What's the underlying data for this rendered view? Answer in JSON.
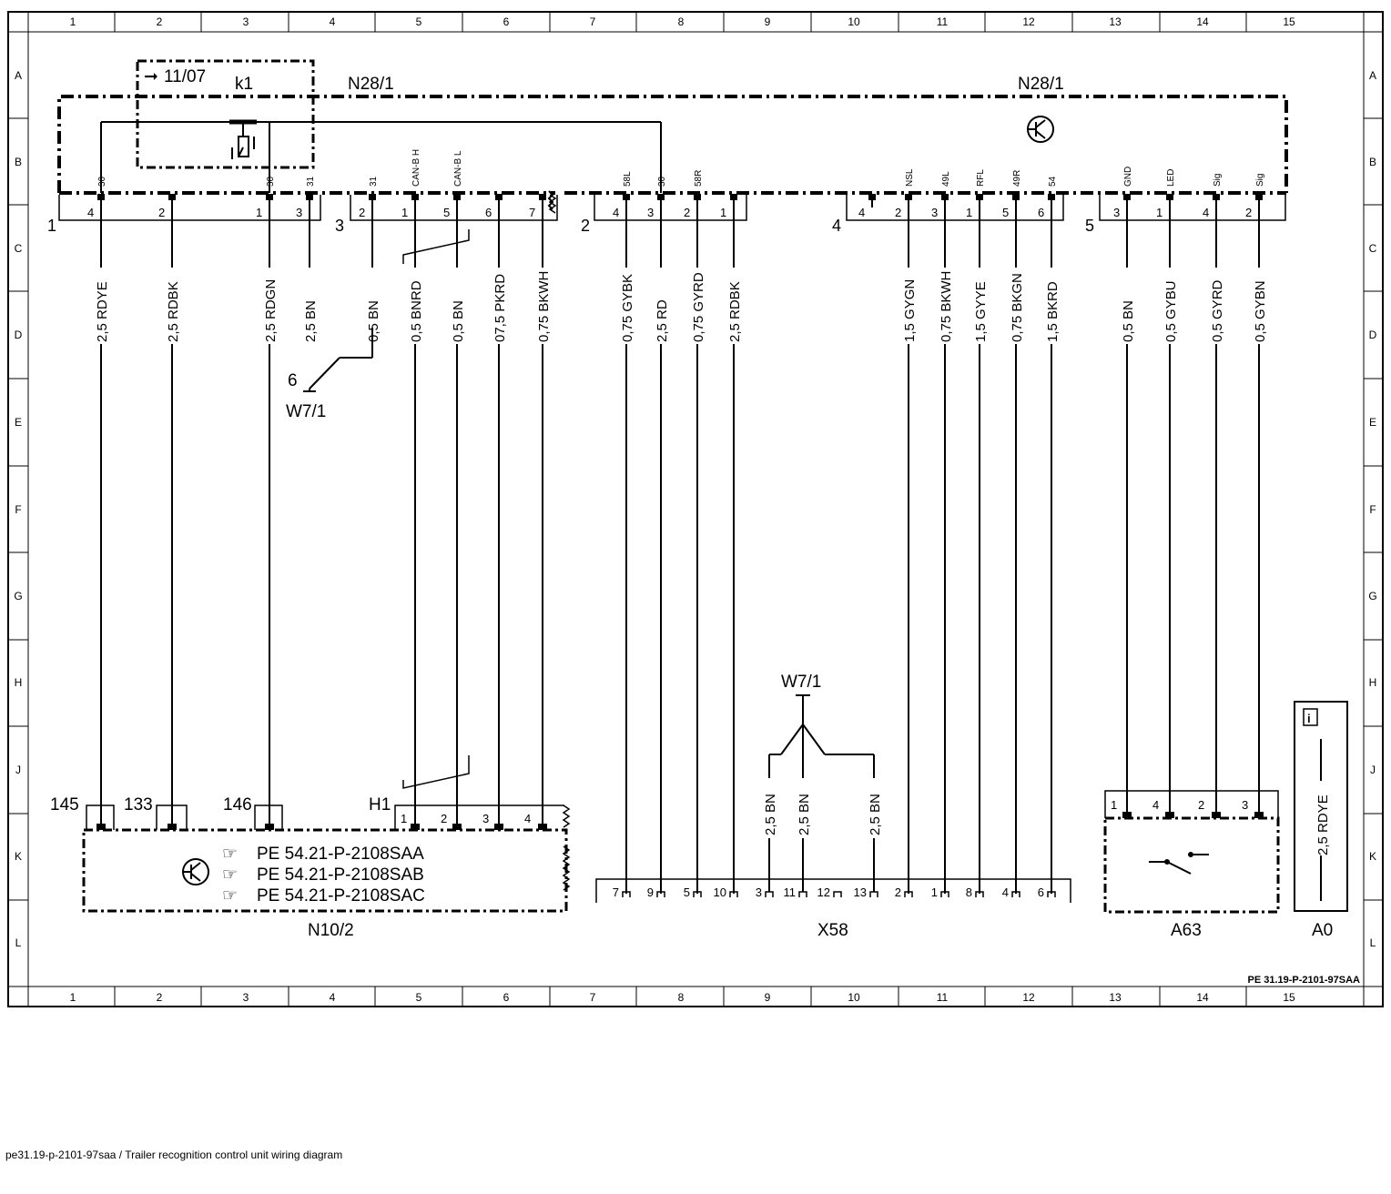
{
  "grid": {
    "columns": [
      "1",
      "2",
      "3",
      "4",
      "5",
      "6",
      "7",
      "8",
      "9",
      "10",
      "11",
      "12",
      "13",
      "14",
      "15"
    ],
    "rows": [
      "A",
      "B",
      "C",
      "D",
      "E",
      "F",
      "G",
      "H",
      "J",
      "K",
      "L"
    ]
  },
  "components": {
    "n28_1_left": "N28/1",
    "n28_1_right": "N28/1",
    "relay_k1": "k1",
    "relay_ref": "11/07",
    "ground_w7_1_top": "W7/1",
    "ground_w7_1_top_pin": "6",
    "ground_w7_1_bottom": "W7/1",
    "n10_2": "N10/2",
    "x58": "X58",
    "a63": "A63",
    "a0": "A0",
    "h1": "H1"
  },
  "connectors": {
    "c1": "1",
    "c2": "2",
    "c3": "3",
    "c4": "4",
    "c5": "5"
  },
  "pins_n28": [
    {
      "id": "p1a",
      "pin": "4",
      "name": "30"
    },
    {
      "id": "p1b",
      "pin": "2",
      "name": ""
    },
    {
      "id": "p1c",
      "pin": "1",
      "name": "30"
    },
    {
      "id": "p1d",
      "pin": "3",
      "name": "31"
    },
    {
      "id": "p3a",
      "pin": "2",
      "name": "31"
    },
    {
      "id": "p3b",
      "pin": "1",
      "name": "CAN-B H"
    },
    {
      "id": "p3c",
      "pin": "5",
      "name": "CAN-B L"
    },
    {
      "id": "p3d",
      "pin": "6",
      "name": ""
    },
    {
      "id": "p3e",
      "pin": "7",
      "name": ""
    },
    {
      "id": "p2a",
      "pin": "4",
      "name": "58L"
    },
    {
      "id": "p2b",
      "pin": "3",
      "name": "30"
    },
    {
      "id": "p2c",
      "pin": "2",
      "name": "58R"
    },
    {
      "id": "p2d",
      "pin": "1",
      "name": ""
    },
    {
      "id": "p4z",
      "pin": "4",
      "name": ""
    },
    {
      "id": "p4a",
      "pin": "2",
      "name": "NSL"
    },
    {
      "id": "p4b",
      "pin": "3",
      "name": "49L"
    },
    {
      "id": "p4c",
      "pin": "1",
      "name": "RFL"
    },
    {
      "id": "p4d",
      "pin": "5",
      "name": "49R"
    },
    {
      "id": "p4e",
      "pin": "6",
      "name": "54"
    },
    {
      "id": "p5a",
      "pin": "3",
      "name": "GND"
    },
    {
      "id": "p5b",
      "pin": "1",
      "name": "LED"
    },
    {
      "id": "p5c",
      "pin": "4",
      "name": "Sig"
    },
    {
      "id": "p5d",
      "pin": "2",
      "name": "Sig"
    }
  ],
  "wires": [
    "2,5 RDYE",
    "2,5 RDBK",
    "2,5 RDGN",
    "2,5 BN",
    "0,5 BN",
    "0,5 BNRD",
    "0,5 BN",
    "07,5 PKRD",
    "0,75 BKWH",
    "0,75 GYBK",
    "2,5 RD",
    "0,75 GYRD",
    "2,5 RDBK",
    "1,5 GYGN",
    "0,75 BKWH",
    "1,5 GYYE",
    "0,75 BKGN",
    "1,5 BKRD",
    "0,5 BN",
    "0,5 GYBU",
    "0,5 GYRD",
    "0,5 GYBN"
  ],
  "x58_wires": [
    "2,5 BN",
    "2,5 BN",
    "2,5 BN"
  ],
  "n10_2_pins": [
    "145",
    "133",
    "146"
  ],
  "h1_pins": [
    "1",
    "2",
    "3",
    "4"
  ],
  "x58_pins": [
    "7",
    "9",
    "5",
    "10",
    "3",
    "11",
    "12",
    "13",
    "2",
    "1",
    "8",
    "4",
    "6"
  ],
  "a63_pins": [
    "1",
    "4",
    "2",
    "3"
  ],
  "a0_wire": "2,5 RDYE",
  "references": [
    "PE 54.21-P-2108SAA",
    "PE 54.21-P-2108SAB",
    "PE 54.21-P-2108SAC"
  ],
  "document_code": "PE 31.19-P-2101-97SAA",
  "caption": "pe31.19-p-2101-97saa / Trailer recognition control unit wiring diagram"
}
